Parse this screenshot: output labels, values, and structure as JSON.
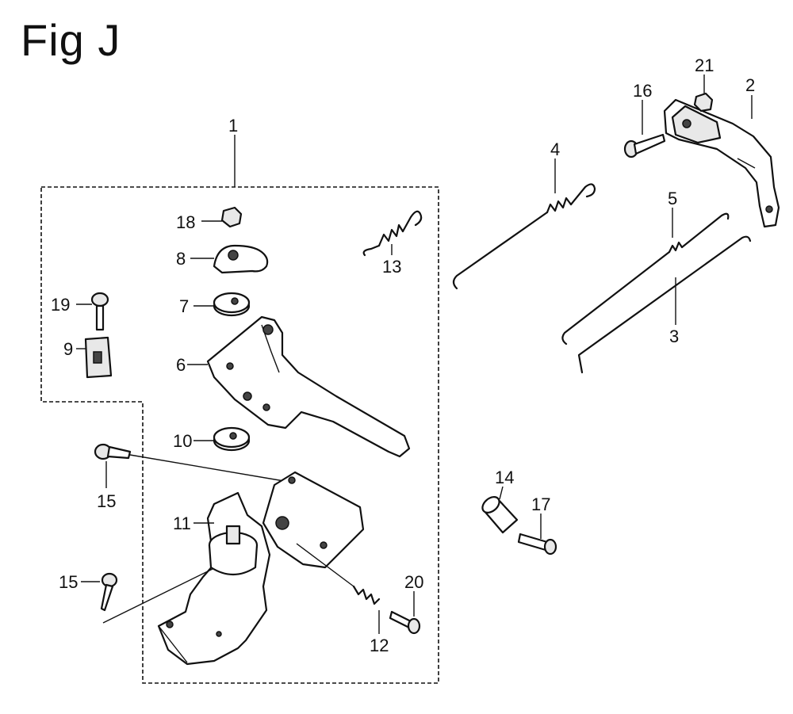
{
  "figure": {
    "title": "Fig J"
  },
  "callouts": [
    {
      "id": "c1",
      "text": "1"
    },
    {
      "id": "c2",
      "text": "2"
    },
    {
      "id": "c3",
      "text": "3"
    },
    {
      "id": "c4",
      "text": "4"
    },
    {
      "id": "c5",
      "text": "5"
    },
    {
      "id": "c6",
      "text": "6"
    },
    {
      "id": "c7",
      "text": "7"
    },
    {
      "id": "c8",
      "text": "8"
    },
    {
      "id": "c9",
      "text": "9"
    },
    {
      "id": "c10",
      "text": "10"
    },
    {
      "id": "c11",
      "text": "11"
    },
    {
      "id": "c12",
      "text": "12"
    },
    {
      "id": "c13",
      "text": "13"
    },
    {
      "id": "c14",
      "text": "14"
    },
    {
      "id": "c15a",
      "text": "15"
    },
    {
      "id": "c15b",
      "text": "15"
    },
    {
      "id": "c16",
      "text": "16"
    },
    {
      "id": "c17",
      "text": "17"
    },
    {
      "id": "c18",
      "text": "18"
    },
    {
      "id": "c19",
      "text": "19"
    },
    {
      "id": "c20",
      "text": "20"
    },
    {
      "id": "c21",
      "text": "21"
    }
  ]
}
